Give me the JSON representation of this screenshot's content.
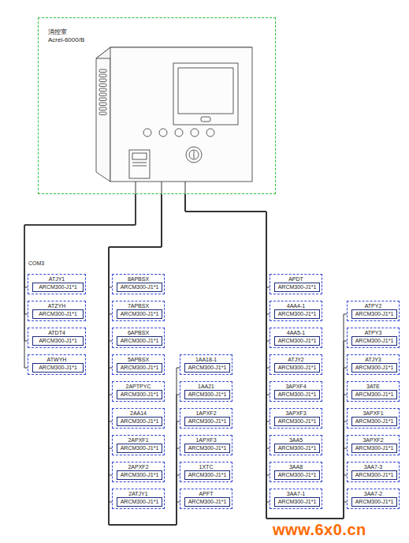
{
  "diagram": {
    "nodes": [
      {
        "text": [
          "消控室",
          "Acrel-6000/B"
        ]
      },
      {
        "text": [
          "ATJY1",
          "ARCM300-J1*1"
        ]
      },
      {
        "text": [
          "ATZYH",
          "ARCM300-J1*1"
        ]
      },
      {
        "text": [
          "ATDT4",
          "ARCM300-J1*1"
        ]
      },
      {
        "text": [
          "ATWYH",
          "ARCM300-J1*1"
        ]
      },
      {
        "text": [
          "8APBSX",
          "ARCM300-J1*1"
        ]
      },
      {
        "text": [
          "7APBSX",
          "ARCM300-J1*1"
        ]
      },
      {
        "text": [
          "6APBSX",
          "ARCM300-J1*1"
        ]
      },
      {
        "text": [
          "5APBSX",
          "ARCM300-J1*1"
        ]
      },
      {
        "text": [
          "2APTPYC",
          "ARCM300-J1*1"
        ]
      },
      {
        "text": [
          "2AA14",
          "ARCM300-J1*1"
        ]
      },
      {
        "text": [
          "2APXF1",
          "ARCM300-J1*1"
        ]
      },
      {
        "text": [
          "2APXF2",
          "ARCM300-J1*1"
        ]
      },
      {
        "text": [
          "2ATJY1",
          "ARCM300-J1*1"
        ]
      },
      {
        "text": [
          "1AA18-1",
          "ARCM300-J1*1"
        ]
      },
      {
        "text": [
          "1AA21",
          "ARCM300-J1*1"
        ]
      },
      {
        "text": [
          "1APXF2",
          "ARCM300-J1*1"
        ]
      },
      {
        "text": [
          "1APXF3",
          "ARCM300-J1*1"
        ]
      },
      {
        "text": [
          "1XTC",
          "ARCM300-J1*1"
        ]
      },
      {
        "text": [
          "APFT",
          "ARCM300-J1*1"
        ]
      },
      {
        "text": [
          "APDT",
          "ARCM300-J1*1"
        ]
      },
      {
        "text": [
          "4AA4-1",
          "ARCM300-J1*1"
        ]
      },
      {
        "text": [
          "4AA5-1",
          "ARCM300-J1*1"
        ]
      },
      {
        "text": [
          "ATJY2",
          "ARCM300-J1*1"
        ]
      },
      {
        "text": [
          "3APXF4",
          "ARCM300-J1*1"
        ]
      },
      {
        "text": [
          "3APXF3",
          "ARCM300-J1*1"
        ]
      },
      {
        "text": [
          "3AA5",
          "ARCM300-J1*1"
        ]
      },
      {
        "text": [
          "3AA8",
          "ARCM300-J1*1"
        ]
      },
      {
        "text": [
          "3AA7-1",
          "ARCM300-J1*1"
        ]
      },
      {
        "text": [
          "ATPY2",
          "ARCM300-J1*1"
        ]
      },
      {
        "text": [
          "ATPY3",
          "ARCM300-J1*1"
        ]
      },
      {
        "text": [
          "ATJY3",
          "ARCM300-J1*1"
        ]
      },
      {
        "text": [
          "3ATE",
          "ARCM300-J1*1"
        ]
      },
      {
        "text": [
          "3APXF1",
          "ARCM300-J1*1"
        ]
      },
      {
        "text": [
          "3APXF2",
          "ARCM300-J1*1"
        ]
      },
      {
        "text": [
          "3AA7-3",
          "ARCM300-J1*1"
        ]
      },
      {
        "text": [
          "3AA7-2",
          "ARCM300-J1*1"
        ]
      }
    ],
    "edges": [
      {
        "from": 0,
        "to": 1,
        "arrow": "none"
      },
      {
        "from": 0,
        "to": 2,
        "arrow": "none"
      },
      {
        "from": 0,
        "to": 3,
        "arrow": "none"
      },
      {
        "from": 0,
        "to": 4,
        "arrow": "none"
      },
      {
        "from": 0,
        "to": 5,
        "arrow": "none"
      },
      {
        "from": 0,
        "to": 6,
        "arrow": "none"
      },
      {
        "from": 0,
        "to": 7,
        "arrow": "none"
      },
      {
        "from": 0,
        "to": 8,
        "arrow": "none"
      },
      {
        "from": 0,
        "to": 9,
        "arrow": "none"
      },
      {
        "from": 0,
        "to": 10,
        "arrow": "none"
      },
      {
        "from": 0,
        "to": 11,
        "arrow": "none"
      },
      {
        "from": 0,
        "to": 12,
        "arrow": "none"
      },
      {
        "from": 0,
        "to": 13,
        "arrow": "none"
      },
      {
        "from": 0,
        "to": 14,
        "arrow": "none"
      },
      {
        "from": 0,
        "to": 15,
        "arrow": "none"
      },
      {
        "from": 0,
        "to": 16,
        "arrow": "none"
      },
      {
        "from": 0,
        "to": 17,
        "arrow": "none"
      },
      {
        "from": 0,
        "to": 18,
        "arrow": "none"
      },
      {
        "from": 0,
        "to": 19,
        "arrow": "none"
      },
      {
        "from": 0,
        "to": 20,
        "arrow": "none"
      },
      {
        "from": 0,
        "to": 21,
        "arrow": "none"
      },
      {
        "from": 0,
        "to": 22,
        "arrow": "none"
      },
      {
        "from": 0,
        "to": 23,
        "arrow": "none"
      },
      {
        "from": 0,
        "to": 24,
        "arrow": "none"
      },
      {
        "from": 0,
        "to": 25,
        "arrow": "none"
      },
      {
        "from": 0,
        "to": 26,
        "arrow": "none"
      },
      {
        "from": 0,
        "to": 27,
        "arrow": "none"
      },
      {
        "from": 0,
        "to": 28,
        "arrow": "none"
      },
      {
        "from": 0,
        "to": 29,
        "arrow": "none"
      },
      {
        "from": 0,
        "to": 30,
        "arrow": "none"
      },
      {
        "from": 0,
        "to": 31,
        "arrow": "none"
      },
      {
        "from": 0,
        "to": 32,
        "arrow": "none"
      },
      {
        "from": 0,
        "to": 33,
        "arrow": "none"
      },
      {
        "from": 0,
        "to": 34,
        "arrow": "none"
      },
      {
        "from": 0,
        "to": 35,
        "arrow": "none"
      },
      {
        "from": 0,
        "to": 36,
        "arrow": "none"
      }
    ],
    "labels": [
      "COM3",
      "www.6x0.cn"
    ]
  }
}
